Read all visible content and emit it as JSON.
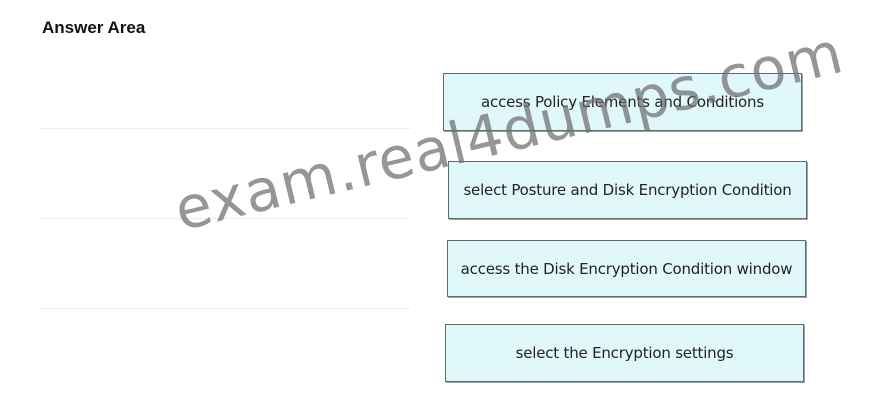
{
  "answer_area": {
    "title": "Answer Area"
  },
  "options": [
    {
      "label": "access Policy Elements and Conditions"
    },
    {
      "label": "select Posture and Disk Encryption Condition"
    },
    {
      "label": "access the Disk Encryption Condition window"
    },
    {
      "label": "select the Encryption settings"
    }
  ],
  "watermark": {
    "text": "exam.real4dumps.com"
  },
  "colors": {
    "box_fill": "#e1f8fa",
    "box_border": "#5e6b70",
    "watermark": "#6e6e6e"
  }
}
